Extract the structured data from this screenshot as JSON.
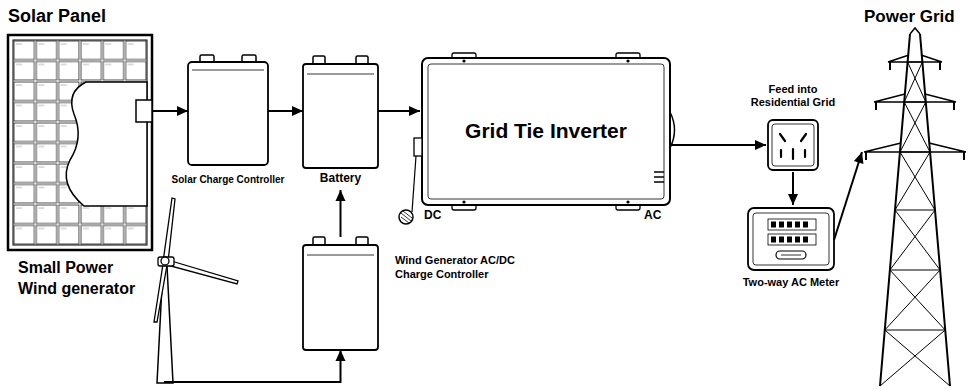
{
  "diagram": {
    "nodes": [
      {
        "text": [
          "Solar Panel"
        ]
      },
      {
        "text": [
          "Solar Charge Controller"
        ]
      },
      {
        "text": [
          "Battery"
        ]
      },
      {
        "text": [
          "Grid Tie Inverter",
          "DC",
          "AC"
        ]
      },
      {
        "text": [
          "Feed into Residential Grid"
        ]
      },
      {
        "text": [
          "Power Grid"
        ]
      },
      {
        "text": [
          "Two-way AC Meter"
        ]
      },
      {
        "text": [
          "Small Power Wind generator"
        ]
      },
      {
        "text": [
          "Wind Generator AC/DC Charge Controller"
        ]
      }
    ],
    "edges": [
      {
        "from": 0,
        "to": 1,
        "arrow": "to"
      },
      {
        "from": 1,
        "to": 2,
        "arrow": "to"
      },
      {
        "from": 2,
        "to": 3,
        "arrow": "to"
      },
      {
        "from": 3,
        "to": 4,
        "arrow": "to"
      },
      {
        "from": 4,
        "to": 6,
        "arrow": "to"
      },
      {
        "from": 6,
        "to": 5,
        "arrow": "to"
      },
      {
        "from": 7,
        "to": 8,
        "arrow": "to"
      },
      {
        "from": 8,
        "to": 2,
        "arrow": "to"
      }
    ]
  }
}
